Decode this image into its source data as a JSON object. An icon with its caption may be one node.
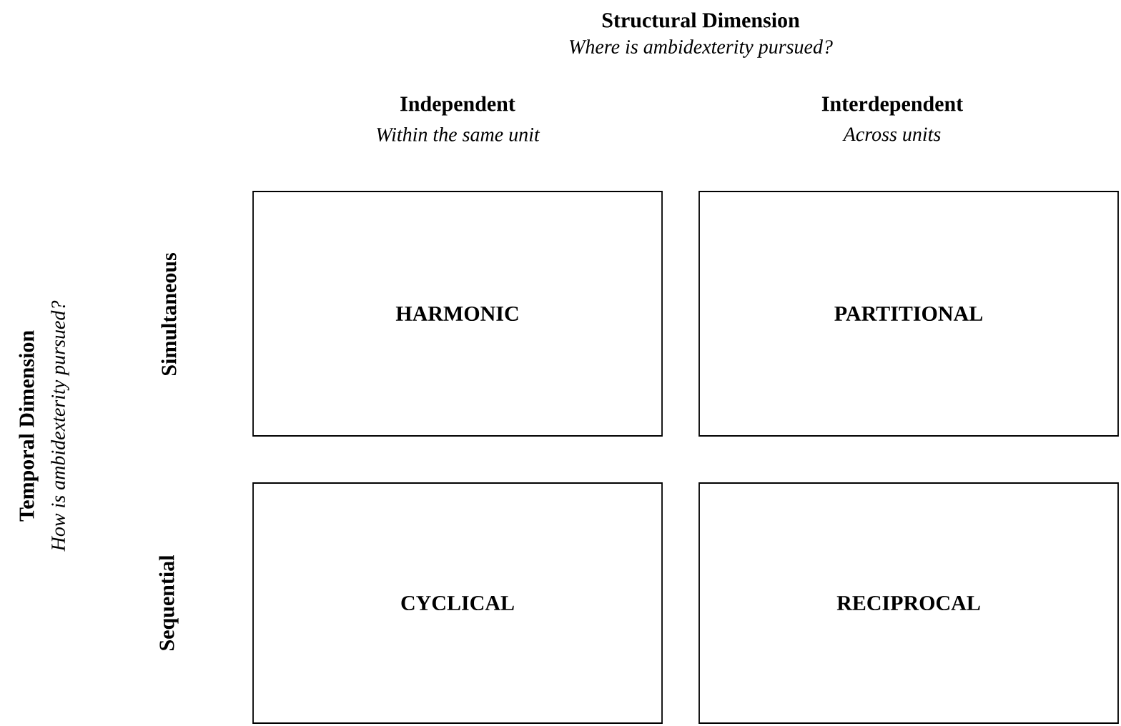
{
  "diagram": {
    "nodes": [
      {
        "text": [
          "HARMONIC"
        ]
      },
      {
        "text": [
          "PARTITIONAL"
        ]
      },
      {
        "text": [
          "CYCLICAL"
        ]
      },
      {
        "text": [
          "RECIPROCAL"
        ]
      }
    ],
    "labels": [
      "Structural Dimension",
      "Where is ambidexterity pursued?",
      "Independent",
      "Within the same unit",
      "Interdependent",
      "Across units",
      "Temporal Dimension",
      "How is ambidexterity pursued?",
      "Simultaneous",
      "Sequential"
    ]
  }
}
